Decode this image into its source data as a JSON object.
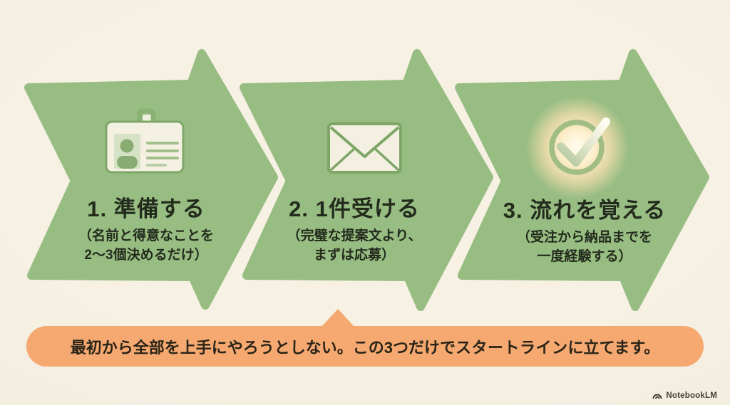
{
  "colors": {
    "background_cream": "#f4eee0",
    "arrow_green": "#98bd83",
    "step_text_dark": "#232b1c",
    "banner_orange": "#f5a970",
    "banner_text_dark": "#2a2418",
    "icon_cream": "#f3efe0",
    "icon_green_stroke": "#7ea667",
    "glow_warm": "#ffedc4",
    "watermark_gray": "#45413a"
  },
  "steps": [
    {
      "icon": "id-card-icon",
      "title": "1. 準備する",
      "sub1": "（名前と得意なことを",
      "sub2": "2〜3個決めるだけ）"
    },
    {
      "icon": "envelope-icon",
      "title": "2. 1件受ける",
      "sub1": "（完璧な提案文より、",
      "sub2": "まずは応募）"
    },
    {
      "icon": "check-circle-icon",
      "title": "3. 流れを覚える",
      "sub1": "（受注から納品までを",
      "sub2": "一度経験する）"
    }
  ],
  "banner": {
    "text_normal_1": "最初から全部を上手にやろうとしない。この3つだけで",
    "text_emphasis": "スタートライン",
    "text_normal_2": "に立てます。"
  },
  "watermark": {
    "label": "NotebookLM"
  }
}
